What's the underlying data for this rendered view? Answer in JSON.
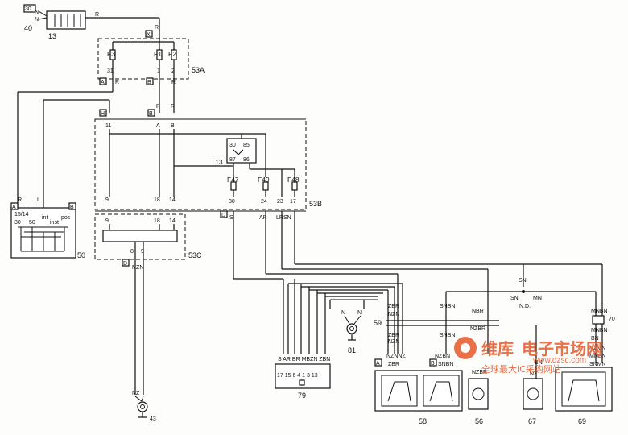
{
  "components": {
    "c40": "40",
    "c13": "13",
    "c53A": "53A",
    "c53B": "53B",
    "c53C": "53C",
    "c50": "50",
    "c43": "43",
    "c79": "79",
    "c81": "81",
    "c59": "59",
    "c58": "58",
    "c56": "56",
    "c67": "67",
    "c69": "69",
    "c70": "70",
    "relay": "T13"
  },
  "connectors": {
    "X": "X",
    "A": "A",
    "B": "B",
    "H": "H",
    "B2": "B",
    "A50": "A",
    "B50": "B",
    "D": "D",
    "D2": "D",
    "A58": "A",
    "B58": "B"
  },
  "fuses": {
    "f1": "F1",
    "f2": "F2",
    "f3": "F3",
    "f47": "F47",
    "f49": "F49",
    "f48": "F48"
  },
  "wire_codes": {
    "ign_n1": "N",
    "ign_n2": "N",
    "ign_30": "30",
    "r_out": "R",
    "r_top": "R",
    "f3_pin": "31",
    "f1_pin": "1",
    "f2_pin": "2",
    "r_a": "R",
    "r_b1": "R",
    "r_b2": "R",
    "l_h": "L",
    "r_b3": "R",
    "r_b4": "R",
    "p11": "11",
    "pA": "A",
    "pB": "B",
    "relay30": "30",
    "relay85": "85",
    "relay87": "87",
    "relay86": "86",
    "p30": "30",
    "p24": "24",
    "p23": "23",
    "p17": "17",
    "p9": "9",
    "p18": "18",
    "p14": "14",
    "p9b": "9",
    "p18b": "18",
    "p14b": "14",
    "p8": "8",
    "p9c": "9",
    "s": "S",
    "ar": "AR",
    "lrsn": "LRSN",
    "nzn": "NZN",
    "c50_r": "R",
    "c50_l": "L",
    "c50_pins": "15/14",
    "c50_30": "30",
    "c50_50": "50",
    "c50_int": "int",
    "c50_ins": "inst",
    "c50_pos": "pos",
    "sn_top": "SN",
    "sn": "SN",
    "mn": "MN",
    "nd": "N.D.",
    "c79_codes": "S AR BR MBZN ZBN",
    "c79_pins": "17 15 6 4  1 3 13",
    "c81_n1": "N",
    "c81_n2": "N",
    "c59_zbr": "ZBR",
    "c59_zbr2": "ZBR",
    "c59_nzn": "NZN",
    "c59_nzn2": "NZN",
    "c59_snbn": "SNBN",
    "c59_snbn2": "SNBN",
    "c59_nbr": "NBR",
    "c59_nzbr": "NZBR",
    "c58_nzn": "NZNNZ",
    "c58_zbr": "ZBR",
    "c58_nzbn": "NZBN",
    "c58_snbn": "SNBN",
    "c56_nzbr": "NZBR",
    "c67_nz": "NZ",
    "c67_bn": "BN",
    "c69_mnbn": "MNBN",
    "c69_mnbn2": "MNBN",
    "c69_mnbn3": "MNBN",
    "c69_bn": "BN",
    "c69_nzmn": "NZMN",
    "c69_snmn": "SNMN",
    "c43_nz": "NZ"
  },
  "watermark": {
    "brand_cn": "维库",
    "brand_cn2": "电子市场网",
    "url": "www.dzsc.com",
    "slogan": "全球最大IC采购网站"
  }
}
